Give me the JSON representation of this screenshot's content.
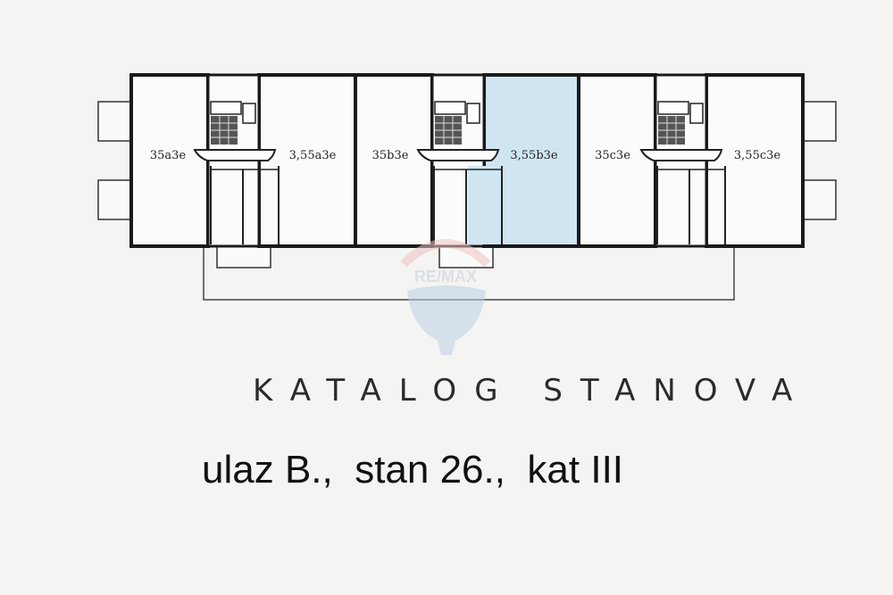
{
  "plan": {
    "units": [
      {
        "id": "35a3e",
        "label": "35a3e"
      },
      {
        "id": "3-55a3e",
        "label": "3,55a3e"
      },
      {
        "id": "35b3e",
        "label": "35b3e"
      },
      {
        "id": "3-55b3e",
        "label": "3,55b3e",
        "highlighted": true
      },
      {
        "id": "35c3e",
        "label": "35c3e"
      },
      {
        "id": "3-55c3e",
        "label": "3,55c3e"
      }
    ],
    "highlight_color": "#cfe5f2"
  },
  "watermark": {
    "text": "RE/MAX"
  },
  "catalog": {
    "title": "KATALOG STANOVA",
    "subtitle": "ulaz B.,  stan 26.,  kat III"
  }
}
